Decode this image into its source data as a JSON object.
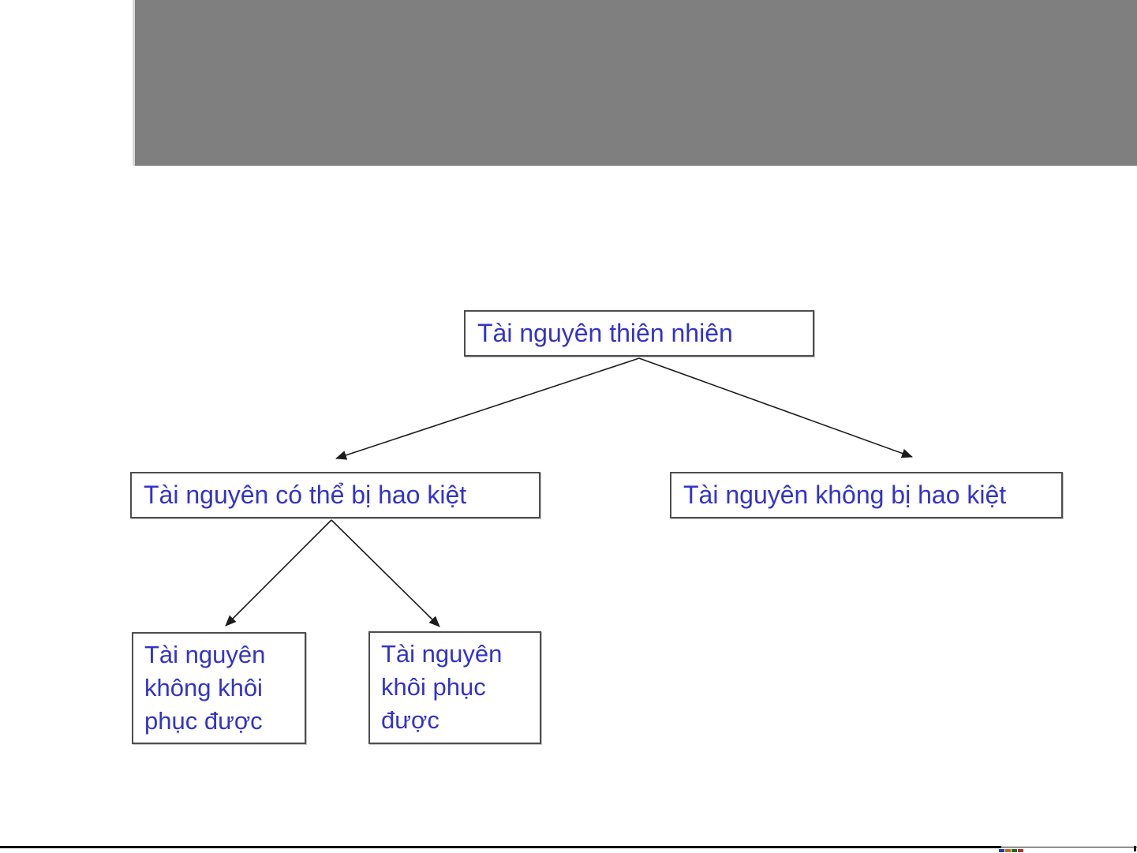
{
  "slide": {
    "banner_color": "#7f7f7f",
    "node_text_color": "#3233cb",
    "node_border_color": "#4d4d4d",
    "arrow_color": "#1c1c1c",
    "nodes": {
      "root": "Tài nguyên thiên nhiên",
      "depletable": "Tài nguyên có thể bị hao kiệt",
      "non_depletable": "Tài nguyên không bị hao kiệt",
      "non_renewable": "Tài nguyên\nkhông khôi\nphục được",
      "renewable": "Tài nguyên\nkhôi phục\nđược"
    },
    "edges": [
      [
        "root",
        "depletable"
      ],
      [
        "root",
        "non_depletable"
      ],
      [
        "depletable",
        "non_renewable"
      ],
      [
        "depletable",
        "renewable"
      ]
    ]
  },
  "footer": {
    "watermark_dot_styles": [
      "background:#23409a",
      "background:#c06a1e",
      "background:#2a6a2a",
      "background:#b03030"
    ]
  }
}
